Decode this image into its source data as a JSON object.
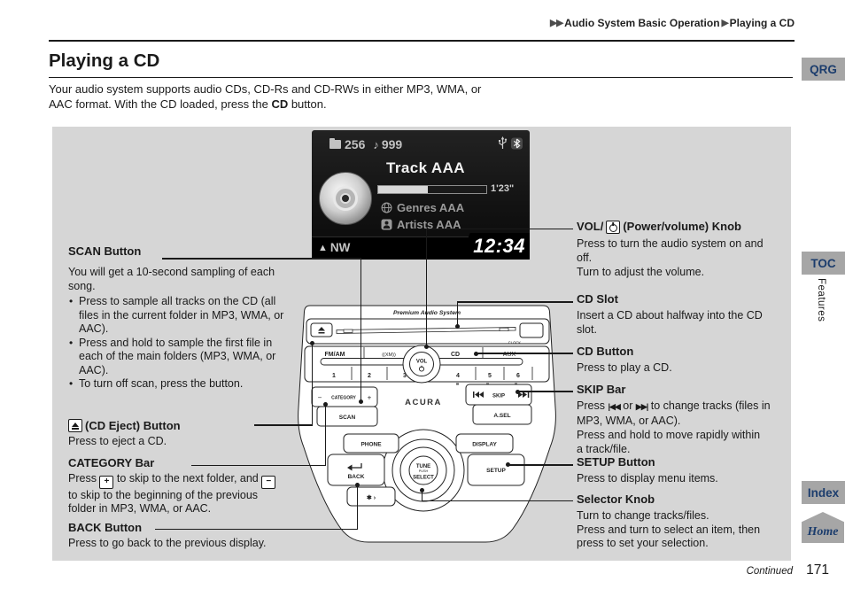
{
  "page": {
    "breadcrumb": {
      "arrows": "▶▶",
      "section": "Audio System Basic Operation",
      "separator": "▶",
      "current": "Playing a CD"
    },
    "title": "Playing a CD",
    "intro": {
      "part1": "Your audio system supports audio CDs, CD-Rs and CD-RWs in either MP3, WMA, or AAC format. With the CD loaded, press the ",
      "bold": "CD",
      "part2": " button."
    },
    "footer": {
      "continued": "Continued",
      "page_number": "171"
    }
  },
  "sidebar": {
    "qrg": "QRG",
    "toc": "TOC",
    "features": "Features",
    "index": "Index",
    "home": "Home"
  },
  "display": {
    "folder_count": "256",
    "file_count": "999",
    "note_icon": "♪",
    "track_title": "Track AAA",
    "elapsed": "1'23\"",
    "genres": "Genres AAA",
    "artists": "Artists AAA",
    "compass_arrow": "▲",
    "compass": "NW",
    "clock": "12:34"
  },
  "panel": {
    "brand": "Premium Audio System",
    "fm_am": "FM/AM",
    "xm": "((XM))",
    "cd": "CD",
    "aux": "AUX",
    "clock_label": "CLOCK",
    "vol": "VOL",
    "presets": [
      "1",
      "2",
      "3",
      "4",
      "5",
      "6"
    ],
    "minus": "−",
    "category": "CATEGORY",
    "plus": "+",
    "scan": "SCAN",
    "skip": "SKIP",
    "a_sel": "A.SEL",
    "acura": "ACURA",
    "phone": "PHONE",
    "display_btn": "DISPLAY",
    "back": "BACK",
    "setup": "SETUP",
    "tune": "TUNE",
    "push": "PUSH",
    "select": "SELECT",
    "aux_side": "✱ ›"
  },
  "callouts": {
    "scan": {
      "heading": "SCAN Button",
      "intro": "You will get a 10-second sampling of each song.",
      "bullet1": "Press to sample all tracks on the CD (all files in the current folder in MP3, WMA, or AAC).",
      "bullet2": "Press and hold to sample the first file in each of the main folders (MP3, WMA, or AAC).",
      "bullet3": "To turn off scan, press the button."
    },
    "eject": {
      "heading": "(CD Eject) Button",
      "body": "Press to eject a CD."
    },
    "category": {
      "heading": "CATEGORY Bar",
      "p1": "Press",
      "icon_plus": "+",
      "p2": "to skip to the next folder, and",
      "icon_minus": "−",
      "p3": "to skip to the beginning of the previous folder in MP3, WMA, or AAC."
    },
    "back": {
      "heading": "BACK Button",
      "body": "Press to go back to the previous display."
    },
    "vol": {
      "heading_pre": "VOL/",
      "heading_post": "(Power/volume) Knob",
      "p1": "Press to turn the audio system on and off.",
      "p2": "Turn to adjust the volume."
    },
    "cd_slot": {
      "heading": "CD Slot",
      "body": "Insert a CD about halfway into the CD slot."
    },
    "cd_button": {
      "heading": "CD Button",
      "body": "Press to play a CD."
    },
    "skip": {
      "heading": "SKIP Bar",
      "p1a": "Press",
      "skip_back": "|◀◀",
      "p1b": "or",
      "skip_fwd": "▶▶|",
      "p1c": "to change tracks (files in MP3, WMA, or AAC).",
      "p2": "Press and hold to move rapidly within a track/file."
    },
    "setup": {
      "heading": "SETUP Button",
      "body": "Press to display menu items."
    },
    "selector": {
      "heading": "Selector Knob",
      "p1": "Turn to change tracks/files.",
      "p2": "Press and turn to select an item, then press to set your selection."
    }
  }
}
